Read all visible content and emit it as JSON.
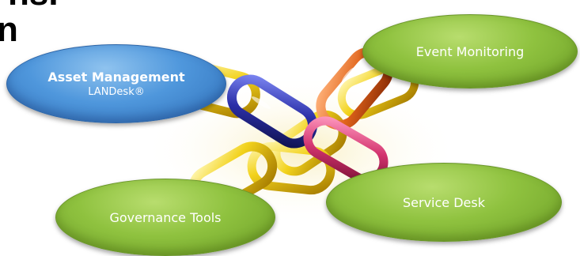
{
  "title_fragments": {
    "top": "ns.",
    "left": "n"
  },
  "nodes": {
    "asset_management": {
      "label": "Asset Management",
      "sublabel": "LANDesk®"
    },
    "event_monitoring": {
      "label": "Event Monitoring"
    },
    "governance_tools": {
      "label": "Governance Tools"
    },
    "service_desk": {
      "label": "Service Desk"
    }
  },
  "colors": {
    "asset_oval": "#4f97dc",
    "other_ovals": "#8fc23f",
    "chain_yellow": "#f2d21c",
    "chain_blue": "#2b2fa8",
    "chain_orange": "#e0631a",
    "chain_pink": "#d3346f"
  }
}
